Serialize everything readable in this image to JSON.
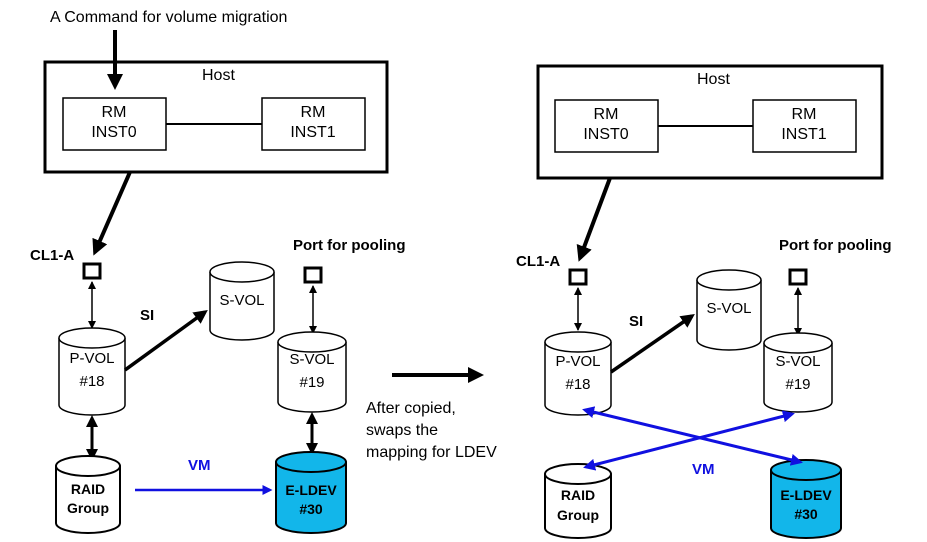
{
  "command_label": "A Command for volume migration",
  "left": {
    "host": {
      "title": "Host",
      "inst0": [
        "RM",
        "INST0"
      ],
      "inst1": [
        "RM",
        "INST1"
      ]
    },
    "port_label": "CL1-A",
    "pool_port_label": "Port for pooling",
    "si_label": "SI",
    "vm_label": "VM",
    "pvol": [
      "P-VOL",
      "#18"
    ],
    "svol_si": [
      "S-VOL"
    ],
    "svol_pool": [
      "S-VOL",
      "#19"
    ],
    "raid": [
      "RAID",
      "Group"
    ],
    "eldev": [
      "E-LDEV",
      "#30"
    ]
  },
  "transition_label": [
    "After copied,",
    "swaps the",
    "mapping for LDEV"
  ],
  "right": {
    "host": {
      "title": "Host",
      "inst0": [
        "RM",
        "INST0"
      ],
      "inst1": [
        "RM",
        "INST1"
      ]
    },
    "port_label": "CL1-A",
    "pool_port_label": "Port for pooling",
    "si_label": "SI",
    "vm_label": "VM",
    "pvol": [
      "P-VOL",
      "#18"
    ],
    "svol_si": [
      "S-VOL"
    ],
    "svol_pool": [
      "S-VOL",
      "#19"
    ],
    "raid": [
      "RAID",
      "Group"
    ],
    "eldev": [
      "E-LDEV",
      "#30"
    ]
  },
  "colors": {
    "eldev_fill": "#12b6ea",
    "vm_arrow": "#1010e0",
    "line": "#000000"
  }
}
